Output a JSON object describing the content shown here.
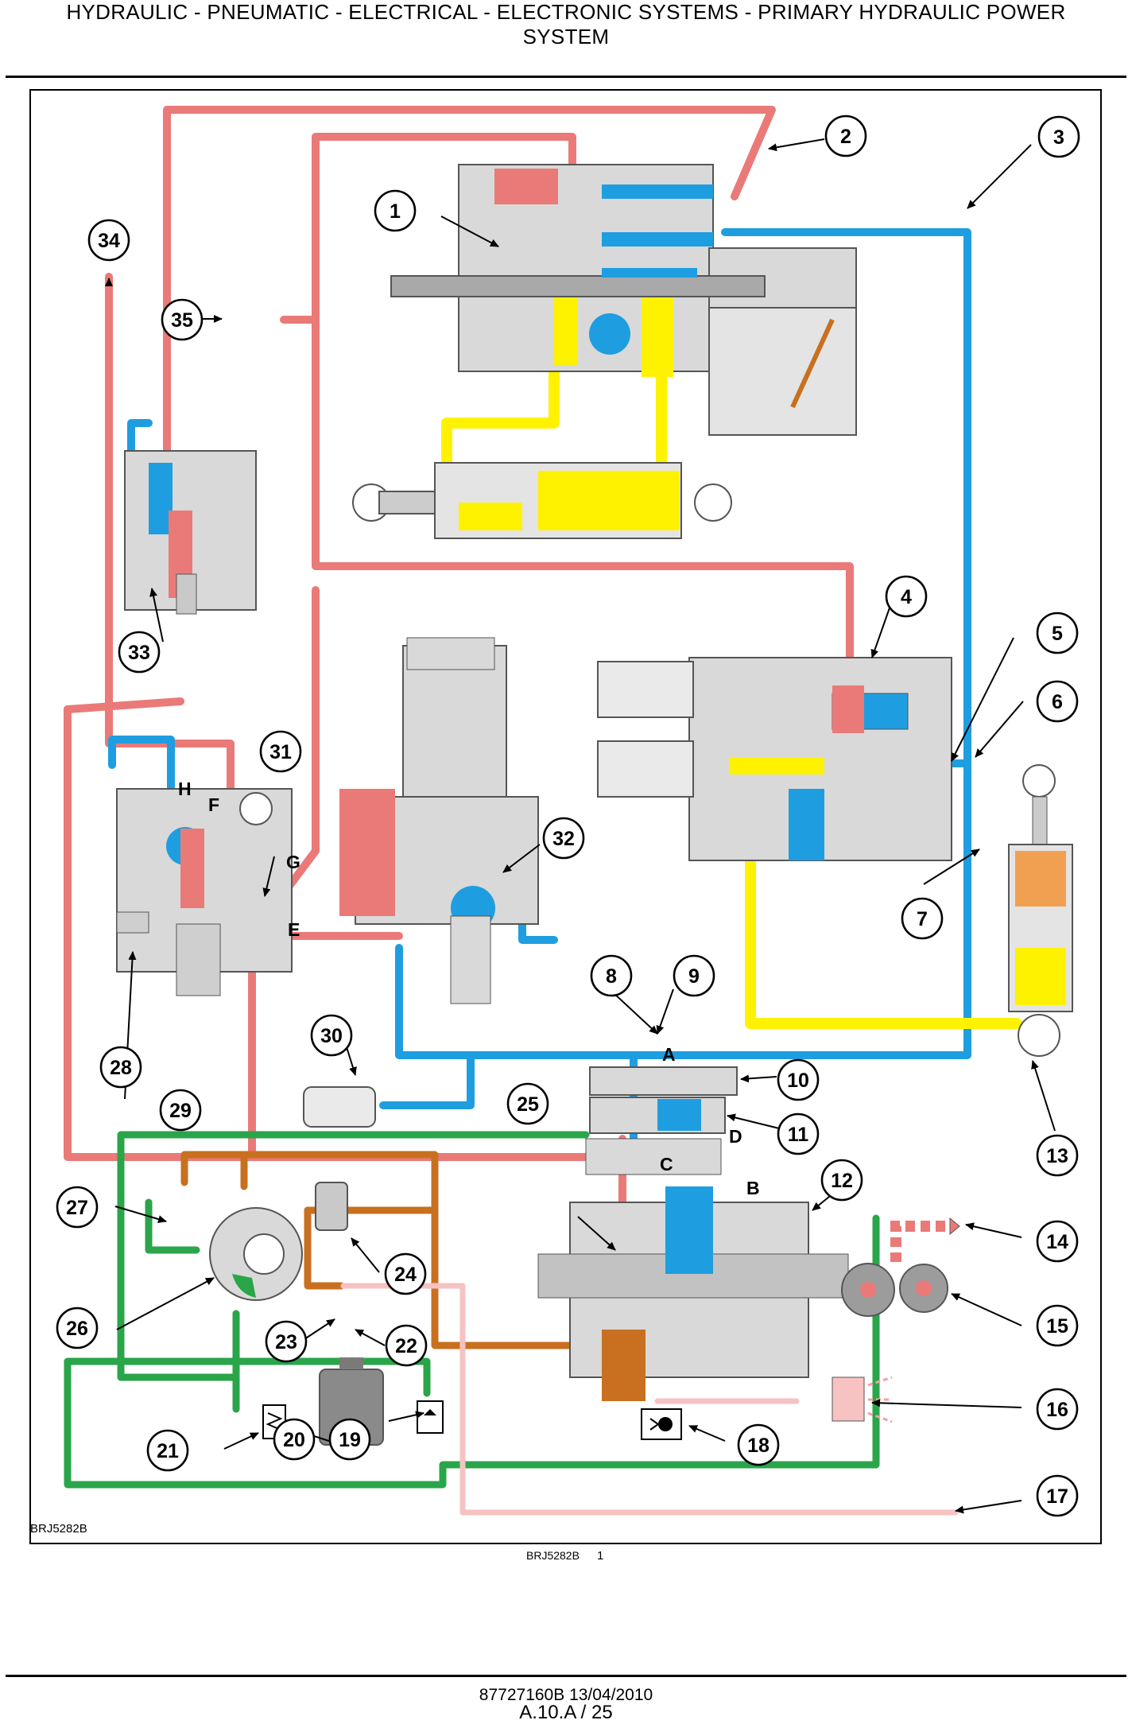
{
  "header": {
    "line1": "HYDRAULIC - PNEUMATIC - ELECTRICAL - ELECTRONIC SYSTEMS - PRIMARY HYDRAULIC POWER",
    "line2": "SYSTEM"
  },
  "figure": {
    "code": "BRJ5282B",
    "caption_code": "BRJ5282B",
    "caption_number": "1",
    "callouts": [
      "1",
      "2",
      "3",
      "4",
      "5",
      "6",
      "7",
      "8",
      "9",
      "10",
      "11",
      "12",
      "13",
      "14",
      "15",
      "16",
      "17",
      "18",
      "19",
      "20",
      "21",
      "22",
      "23",
      "24",
      "25",
      "26",
      "27",
      "28",
      "29",
      "30",
      "31",
      "32",
      "33",
      "34",
      "35"
    ],
    "port_letters": [
      "A",
      "B",
      "C",
      "D",
      "E",
      "F",
      "G",
      "H"
    ]
  },
  "colors": {
    "pressure_red": "#ea7a78",
    "return_blue": "#1e9ee0",
    "pilot_yellow": "#fff200",
    "charge_orange": "#c8701f",
    "suction_green": "#2aa54a",
    "drain_pink": "#f6c2c2",
    "housing_grey": "#d9d9d9"
  },
  "footer": {
    "document": "87727160B 13/04/2010",
    "page": "A.10.A / 25"
  }
}
